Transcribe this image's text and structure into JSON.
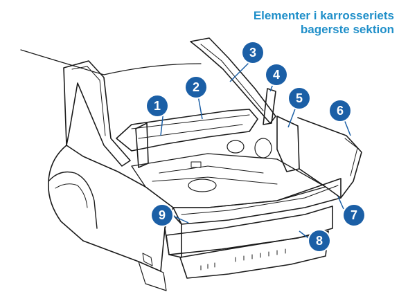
{
  "title": {
    "line1": "Elementer i karrosseriets",
    "line2": "bagerste sektion"
  },
  "callouts": [
    "1",
    "2",
    "3",
    "4",
    "5",
    "6",
    "7",
    "8",
    "9"
  ],
  "colors": {
    "title": "#1f8fc9",
    "callout_fill": "#1b5fa6",
    "callout_text": "#ffffff",
    "line_art": "#1a1a1a",
    "leader": "#1b5fa6"
  }
}
